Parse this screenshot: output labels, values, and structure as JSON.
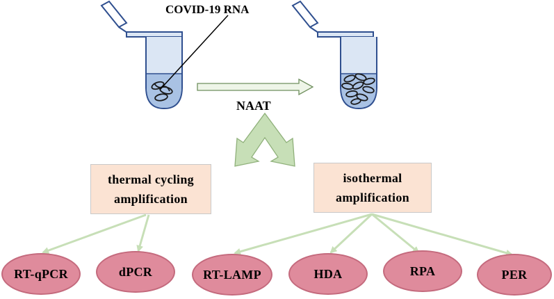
{
  "labels": {
    "rna": "COVID-19 RNA",
    "naat": "NAAT"
  },
  "categories": {
    "thermal": "thermal cycling amplification",
    "isothermal": "isothermal amplification"
  },
  "methods": [
    "RT-qPCR",
    "dPCR",
    "RT-LAMP",
    "HDA",
    "RPA",
    "PER"
  ],
  "colors": {
    "tube_outline": "#2f4f8f",
    "tube_fill": "#dbe6f4",
    "liquid": "#a9c2e4",
    "arrow_green": "#c7dfb7",
    "arrow_green_edge": "#8fb07a",
    "box_fill": "#fbe3d3",
    "oval_fill": "#df8b9c",
    "connector": "#c7dfb7"
  },
  "icons": [
    "tube-icon",
    "rna-strand-icon",
    "amplified-rna-icon",
    "right-arrow-icon",
    "split-arrow-icon"
  ]
}
